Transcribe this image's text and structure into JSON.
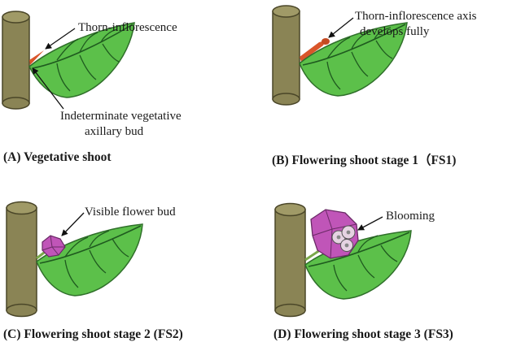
{
  "panels": [
    {
      "id": "A",
      "caption": "(A) Vegetative shoot",
      "annotations": [
        "Thorn-inflorescence",
        "Indeterminate vegetative",
        "axillary bud"
      ]
    },
    {
      "id": "B",
      "caption": "(B) Flowering shoot stage 1（FS1)",
      "annotations": [
        "Thorn-inflorescence axis",
        "develops fully"
      ]
    },
    {
      "id": "C",
      "caption": "(C) Flowering shoot stage 2 (FS2)",
      "annotations": [
        "Visible flower bud"
      ]
    },
    {
      "id": "D",
      "caption": "(D) Flowering shoot stage 3 (FS3)",
      "annotations": [
        "Blooming"
      ]
    }
  ],
  "colors": {
    "stem": "#8a8455",
    "stem_dark": "#5e5a37",
    "leaf": "#5cc04a",
    "leaf_vein": "#1f5a1f",
    "thorn": "#d9552a",
    "flower": "#c055b8",
    "flower_center": "#e6d3e2"
  }
}
